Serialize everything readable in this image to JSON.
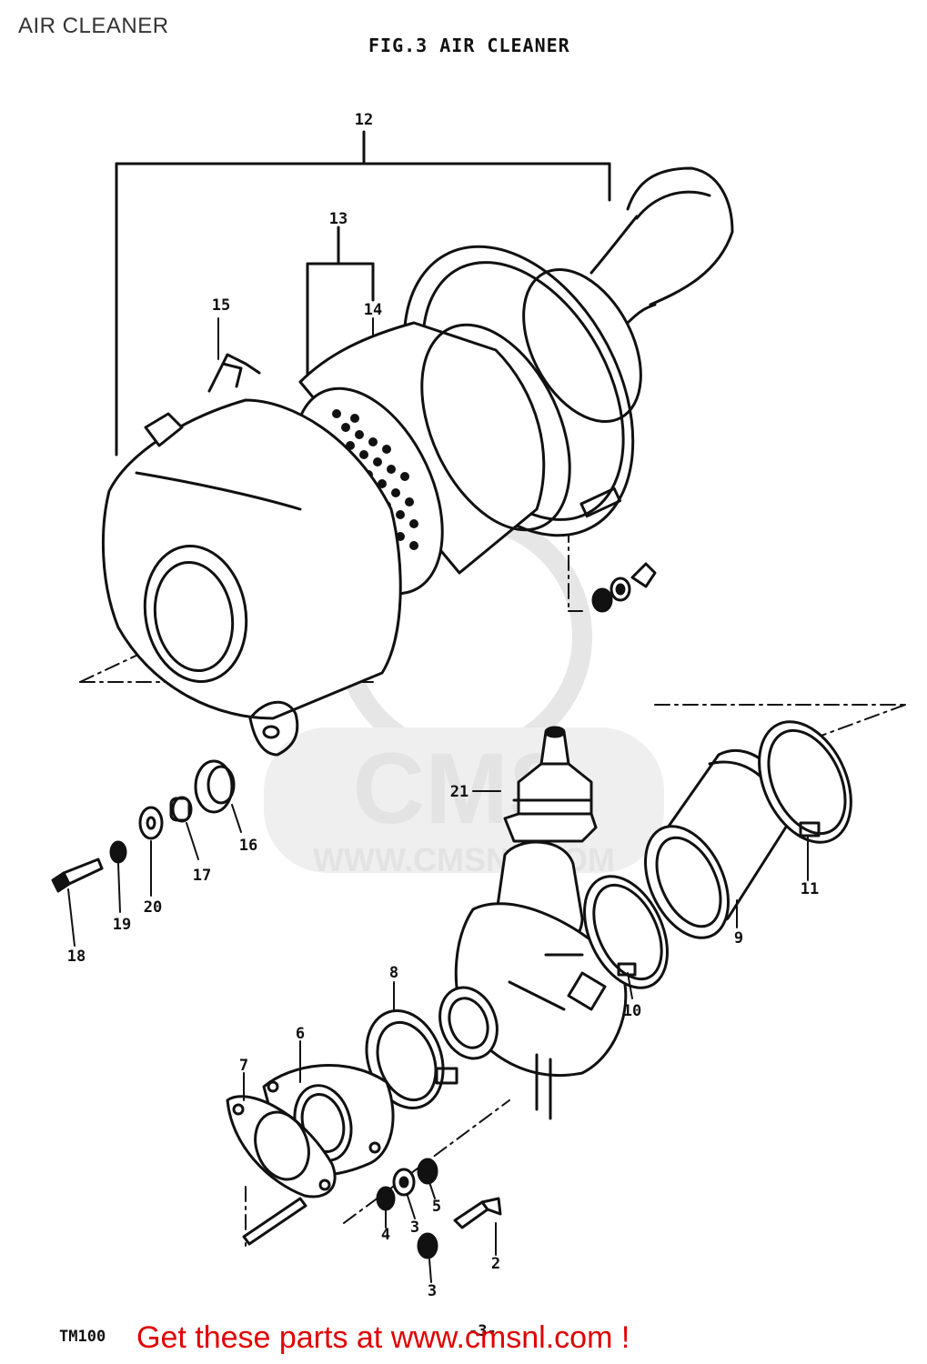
{
  "page_title": "AIR CLEANER",
  "figure_title": "FIG.3  AIR CLEANER",
  "footer": {
    "model": "TM100",
    "page_mark": "-3-",
    "cta": "Get these parts at www.cmsnl.com !"
  },
  "watermark": {
    "logo_text": "CMS",
    "url_text": "WWW.CMSNL.COM"
  },
  "colors": {
    "line": "#111111",
    "cta": "#e00000",
    "watermark": "#e3e3e3"
  },
  "callouts": {
    "c1": "12",
    "c2": "13",
    "c3": "14",
    "c4": "15",
    "c5": "16",
    "c6": "17",
    "c7": "18",
    "c8": "19",
    "c9": "20",
    "c10": "21",
    "c11": "11",
    "c12": "9",
    "c13": "10",
    "c14": "8",
    "c15": "6",
    "c16": "7",
    "c17": "5",
    "c18": "3",
    "c19": "4",
    "c20": "2",
    "c21": "3"
  }
}
